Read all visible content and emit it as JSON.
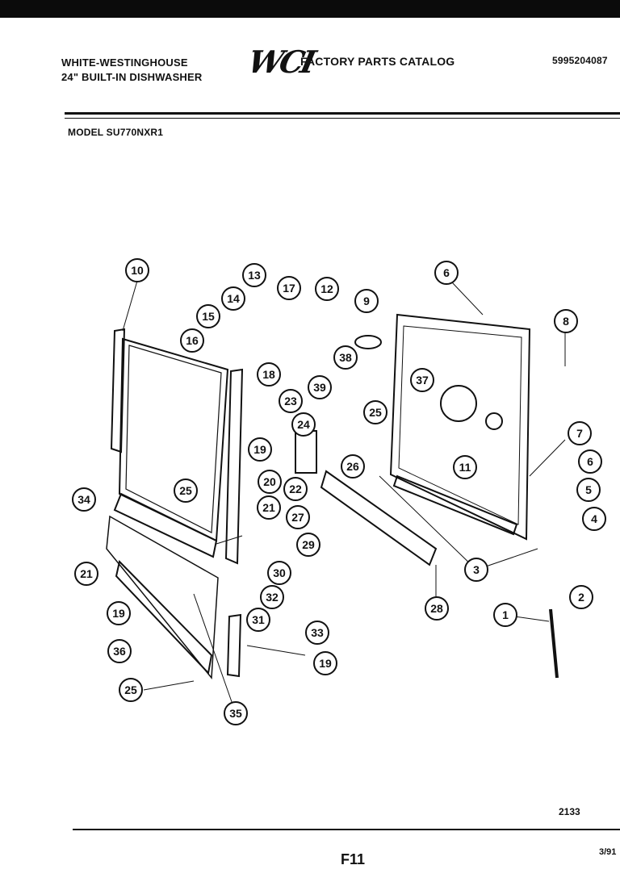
{
  "header": {
    "brand_line1": "WHITE-WESTINGHOUSE",
    "brand_line2": "24\" BUILT-IN DISHWASHER",
    "logo": "WCI",
    "catalog_title": "FACTORY PARTS CATALOG",
    "doc_number": "5995204087",
    "model": "MODEL SU770NXR1"
  },
  "callouts": [
    "10",
    "13",
    "17",
    "12",
    "9",
    "6",
    "8",
    "14",
    "15",
    "16",
    "18",
    "38",
    "37",
    "39",
    "23",
    "19",
    "25",
    "24",
    "7",
    "6",
    "26",
    "11",
    "20",
    "22",
    "5",
    "21",
    "27",
    "4",
    "34",
    "25",
    "29",
    "3",
    "21",
    "30",
    "32",
    "2",
    "31",
    "28",
    "19",
    "1",
    "33",
    "36",
    "19",
    "25",
    "35"
  ],
  "footer": {
    "code": "2133",
    "page": "F11",
    "date": "3/91"
  }
}
